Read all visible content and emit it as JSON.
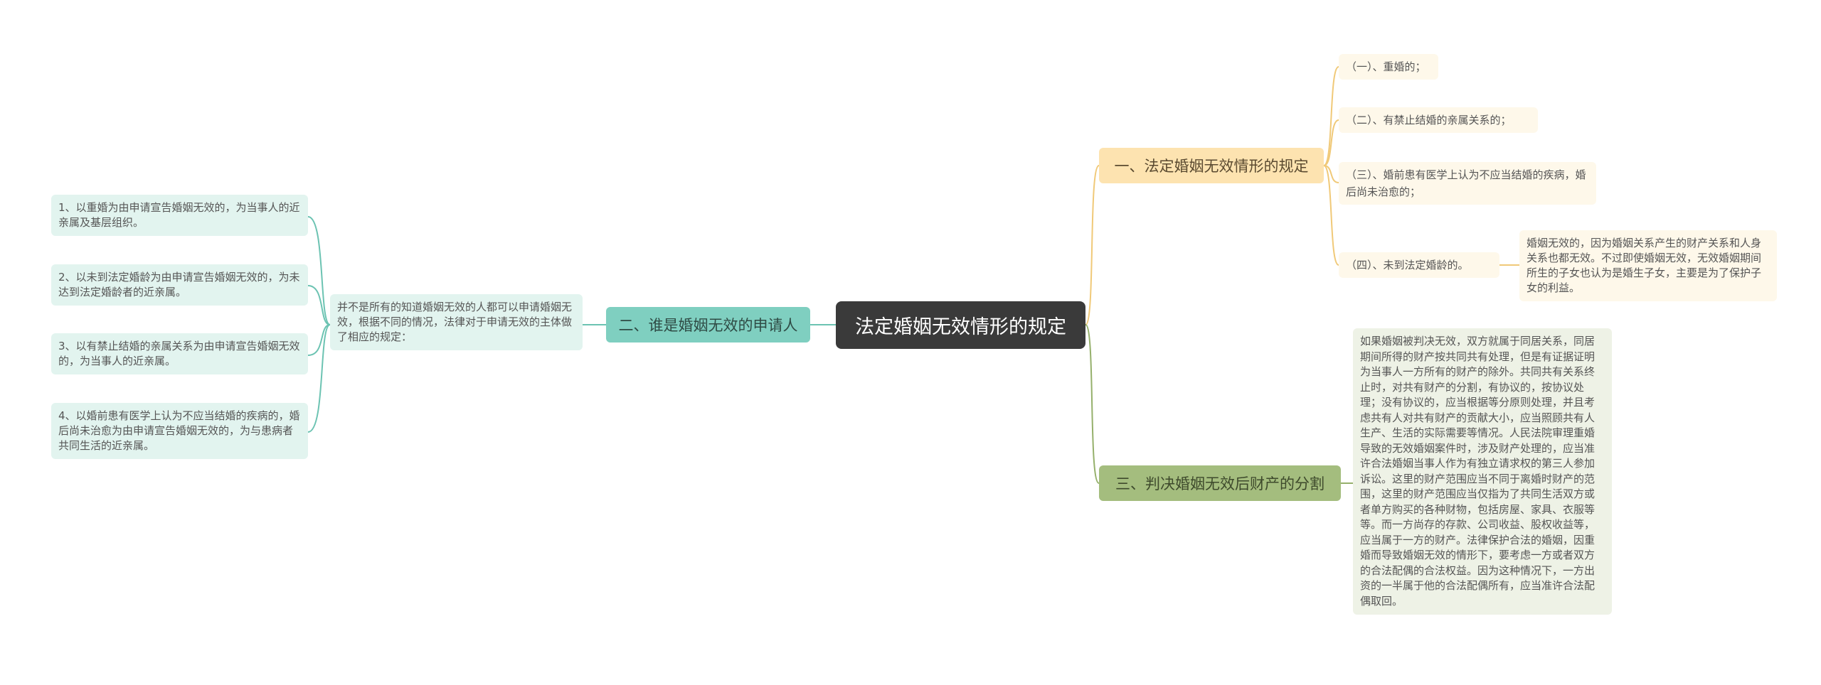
{
  "root": {
    "label": "法定婚姻无效情形的规定"
  },
  "branch1": {
    "label": "一、法定婚姻无效情形的规定",
    "items": [
      "（一）、重婚的；",
      "（二）、有禁止结婚的亲属关系的；",
      "（三）、婚前患有医学上认为不应当结婚的疾病，婚后尚未治愈的；",
      "（四）、未到法定婚龄的。"
    ],
    "note": "婚姻无效的，因为婚姻关系产生的财产关系和人身关系也都无效。不过即使婚姻无效，无效婚姻期间所生的子女也认为是婚生子女，主要是为了保护子女的利益。"
  },
  "branch2": {
    "label": "二、谁是婚姻无效的申请人",
    "intro": "并不是所有的知道婚姻无效的人都可以申请婚姻无效，根据不同的情况，法律对于申请无效的主体做了相应的规定：",
    "items": [
      "1、以重婚为由申请宣告婚姻无效的，为当事人的近亲属及基层组织。",
      "2、以未到法定婚龄为由申请宣告婚姻无效的，为未达到法定婚龄者的近亲属。",
      "3、以有禁止结婚的亲属关系为由申请宣告婚姻无效的，为当事人的近亲属。",
      "4、以婚前患有医学上认为不应当结婚的疾病的，婚后尚未治愈为由申请宣告婚姻无效的，为与患病者共同生活的近亲属。"
    ]
  },
  "branch3": {
    "label": "三、判决婚姻无效后财产的分割",
    "text": "如果婚姻被判决无效，双方就属于同居关系，同居期间所得的财产按共同共有处理，但是有证据证明为当事人一方所有的财产的除外。共同共有关系终止时，对共有财产的分割，有协议的，按协议处理；没有协议的，应当根据等分原则处理，并且考虑共有人对共有财产的贡献大小，应当照顾共有人生产、生活的实际需要等情况。人民法院审理重婚导致的无效婚姻案件时，涉及财产处理的，应当准许合法婚姻当事人作为有独立请求权的第三人参加诉讼。这里的财产范围应当不同于离婚时财产的范围，这里的财产范围应当仅指为了共同生活双方或者单方购买的各种财物，包括房屋、家具、衣服等等。而一方尚存的存款、公司收益、股权收益等，应当属于一方的财产。法律保护合法的婚姻，因重婚而导致婚姻无效的情形下，要考虑一方或者双方的合法配偶的合法权益。因为这种情况下，一方出资的一半属于他的合法配偶所有，应当准许合法配偶取回。"
  },
  "colors": {
    "branch1": "#fde3b0",
    "branch2": "#7fcfc0",
    "branch3": "#a4bd7e",
    "root": "#3a3a3a"
  }
}
